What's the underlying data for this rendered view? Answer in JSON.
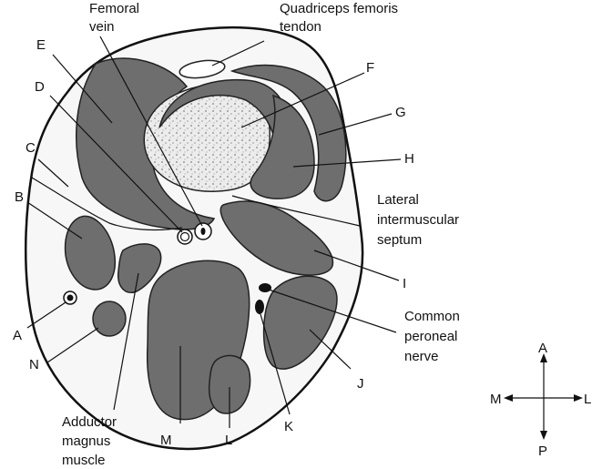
{
  "title_labels": {
    "femoral_vein": [
      "Femoral",
      "vein"
    ],
    "quadriceps_tendon": [
      "Quadriceps femoris",
      "tendon"
    ],
    "lateral_septum": [
      "Lateral",
      "intermuscular",
      "septum"
    ],
    "common_peroneal_nerve": [
      "Common",
      "peroneal",
      "nerve"
    ],
    "adductor_magnus": [
      "Adductor",
      "magnus",
      "muscle"
    ]
  },
  "letters": {
    "A": "A",
    "B": "B",
    "C": "C",
    "D": "D",
    "E": "E",
    "F": "F",
    "G": "G",
    "H": "H",
    "I": "I",
    "J": "J",
    "K": "K",
    "L": "L",
    "M": "M",
    "N": "N"
  },
  "compass": {
    "up": "A",
    "down": "P",
    "left": "M",
    "right": "L"
  },
  "colors": {
    "muscle": "#6e6e6e",
    "bone": "#e4e4e4",
    "skin": "#f7f7f7",
    "outline": "#111111"
  }
}
